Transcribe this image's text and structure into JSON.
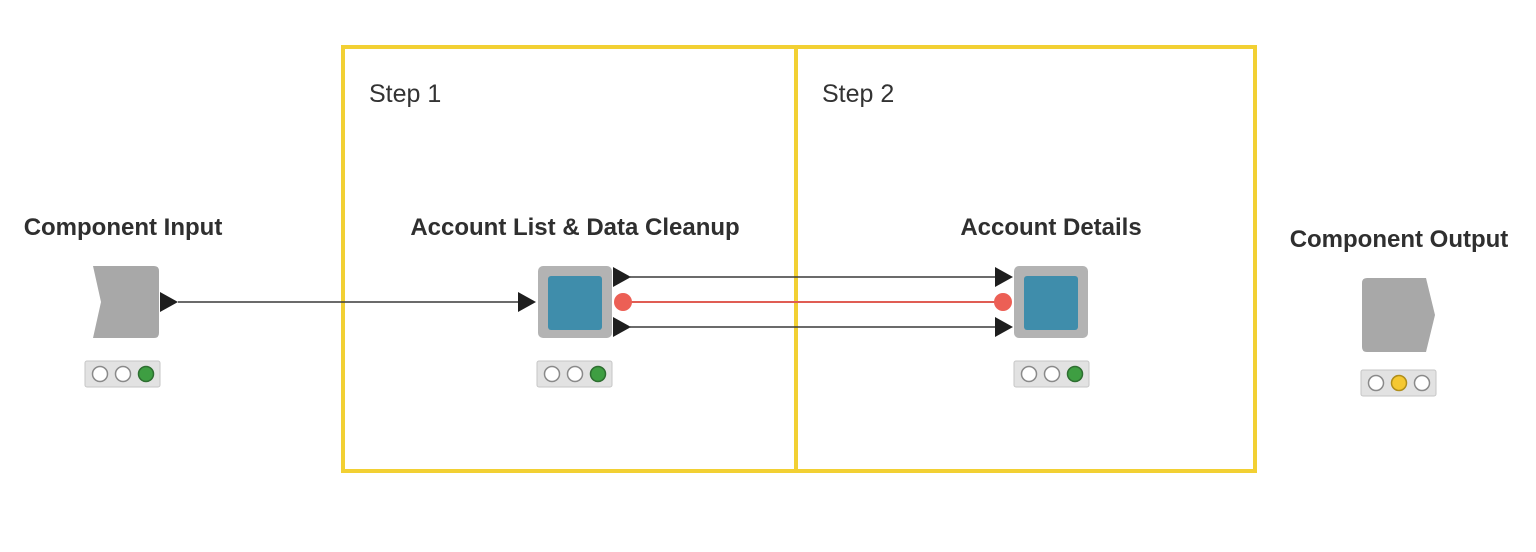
{
  "colors": {
    "annotation_border": "#F2D033",
    "node_body": "#B3B3B3",
    "node_inner": "#3F8DAB",
    "io_node": "#A8A8A8",
    "connection": "#3A3A3A",
    "connection_highlight": "#E05D54",
    "port_flowvar": "#EC5F55",
    "status_green": "#3E9E42",
    "status_yellow": "#F5C831",
    "status_empty": "#FFFFFF"
  },
  "annotations": [
    {
      "label": "Step 1"
    },
    {
      "label": "Step 2"
    }
  ],
  "nodes": [
    {
      "id": "component-input",
      "label": "Component Input",
      "status": [
        "empty",
        "empty",
        "green"
      ],
      "icon": "component-input-icon"
    },
    {
      "id": "account-list",
      "label": "Account List & Data Cleanup",
      "status": [
        "empty",
        "empty",
        "green"
      ],
      "icon": "metanode-icon"
    },
    {
      "id": "account-details",
      "label": "Account Details",
      "status": [
        "empty",
        "empty",
        "green"
      ],
      "icon": "metanode-icon"
    },
    {
      "id": "component-output",
      "label": "Component Output",
      "status": [
        "empty",
        "yellow",
        "empty"
      ],
      "icon": "component-output-icon"
    }
  ]
}
